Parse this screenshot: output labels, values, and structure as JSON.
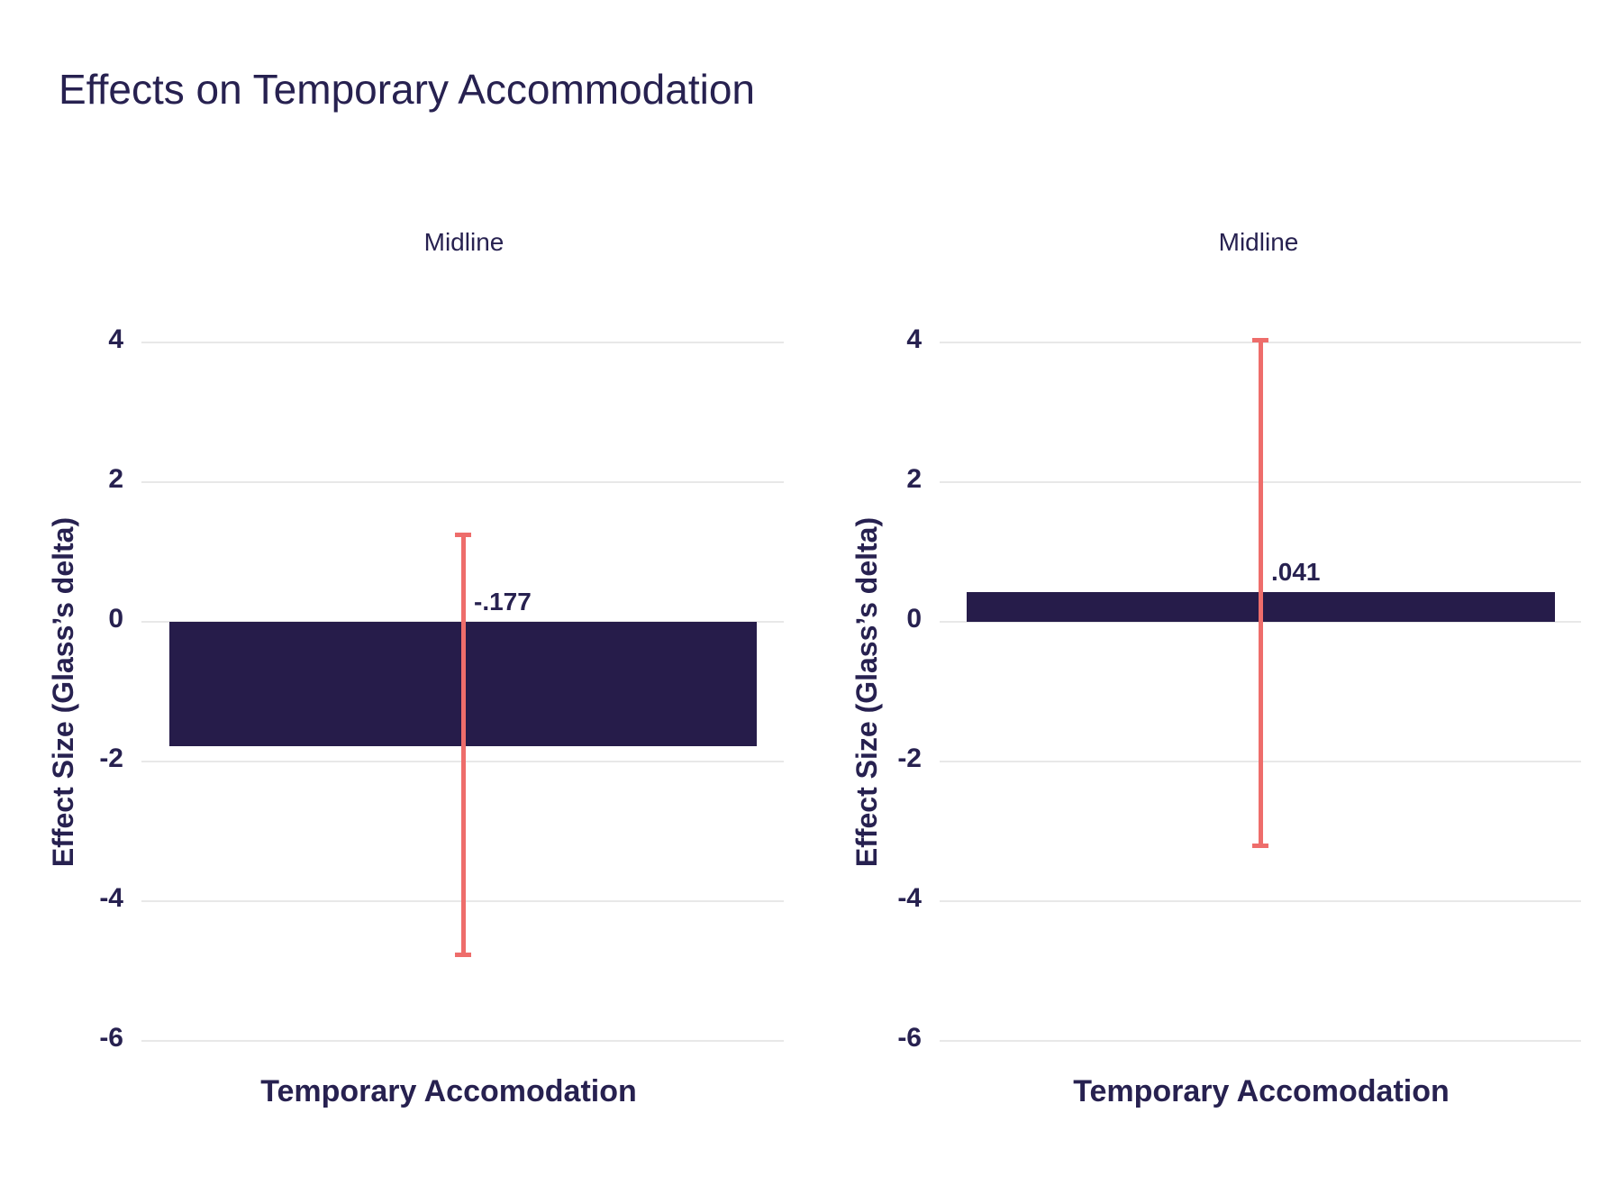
{
  "title": "Effects on Temporary Accommodation",
  "colors": {
    "bar": "#261C4A",
    "error_bar": "#EE6D6B",
    "text": "#272150",
    "gridline": "#E8E8E8",
    "background": "#FFFFFF"
  },
  "chart_data": [
    {
      "type": "bar",
      "subtitle": "Midline",
      "xlabel": "Temporary Accomodation",
      "ylabel": "Effect Size (Glass’s delta)",
      "ylim": [
        -6,
        4
      ],
      "yticks": [
        4,
        2,
        0,
        -2,
        -4,
        -6
      ],
      "grid": true,
      "legend": "none",
      "categories": [
        "Temporary Accomodation"
      ],
      "values": [
        -0.177
      ],
      "value_labels": [
        "-.177"
      ],
      "bar_drawn_extent": [
        -1.78
      ],
      "error_bars": [
        {
          "high": 1.26,
          "low": -4.78
        }
      ]
    },
    {
      "type": "bar",
      "subtitle": "Midline",
      "xlabel": "Temporary Accomodation",
      "ylabel": "Effect Size (Glass’s delta)",
      "ylim": [
        -6,
        4
      ],
      "yticks": [
        4,
        2,
        0,
        -2,
        -4,
        -6
      ],
      "grid": true,
      "legend": "none",
      "categories": [
        "Temporary Accomodation"
      ],
      "values": [
        0.041
      ],
      "value_labels": [
        ".041"
      ],
      "bar_drawn_extent": [
        0.42
      ],
      "error_bars": [
        {
          "high": 4.05,
          "low": -3.22
        }
      ]
    }
  ]
}
